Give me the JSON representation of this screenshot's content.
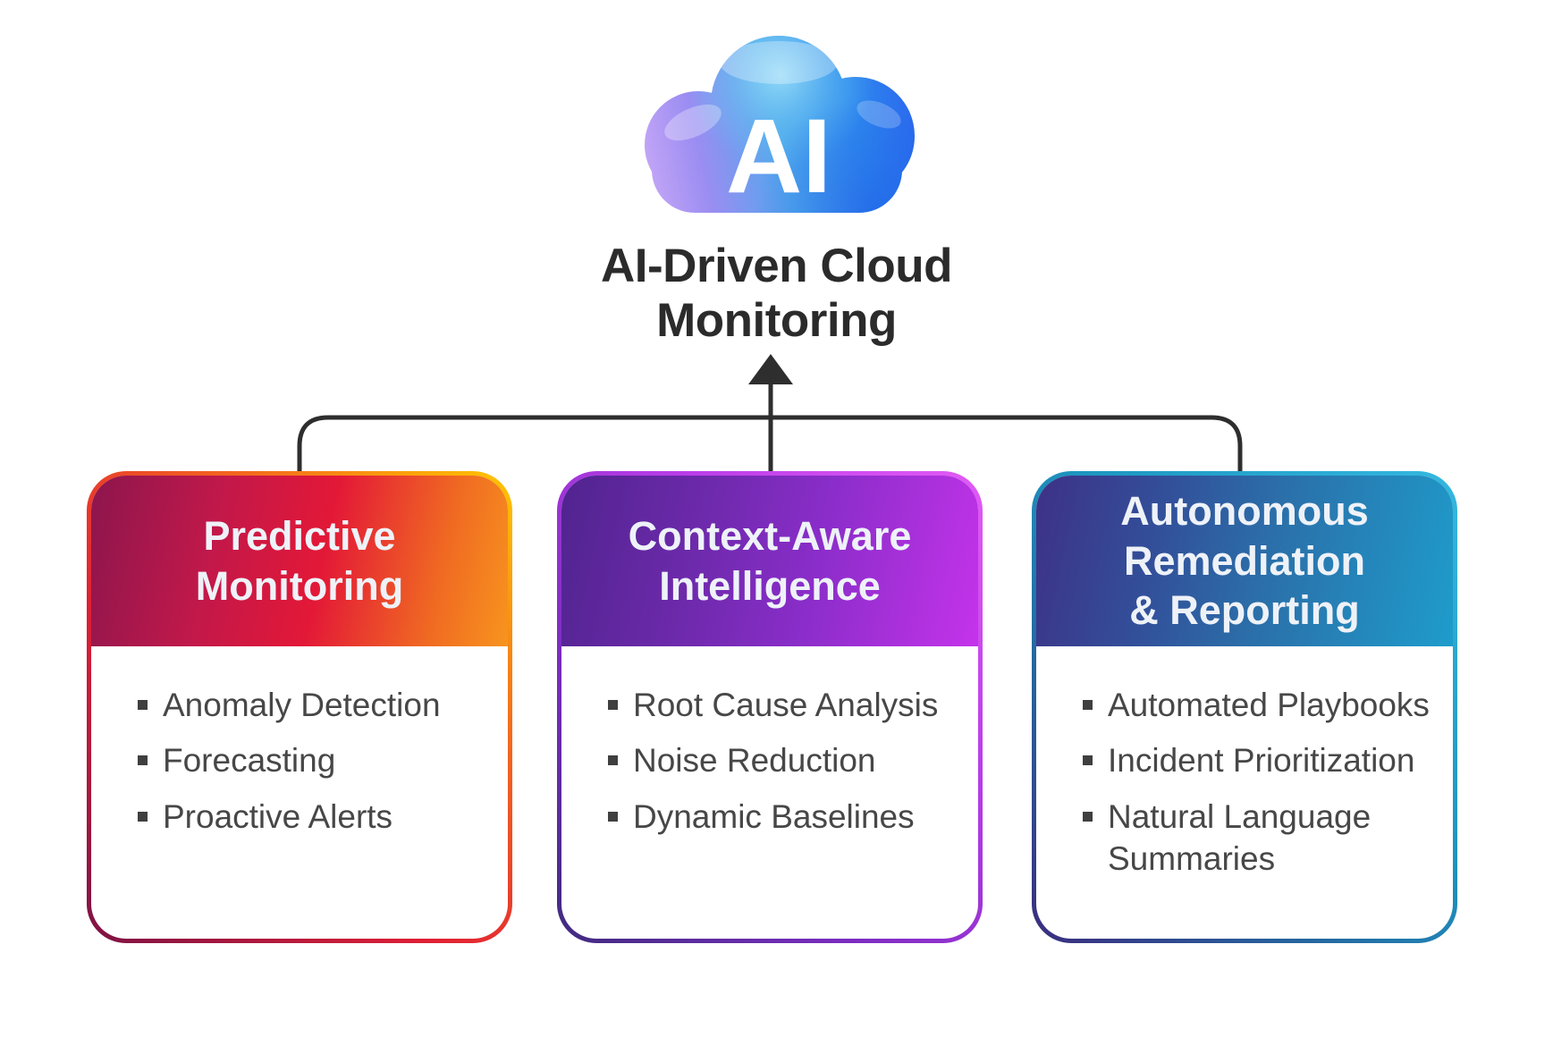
{
  "title": {
    "line1": "AI-Driven Cloud",
    "line2": "Monitoring"
  },
  "cloud": {
    "label": "AI",
    "colors": {
      "left": "#c3a5f7",
      "top": "#4fb3ec",
      "right": "#2b66ee"
    }
  },
  "connector": {
    "color": "#2e2e2e"
  },
  "cards": [
    {
      "title_lines": [
        "Predictive",
        "Monitoring"
      ],
      "items": [
        "Anomaly Detection",
        "Forecasting",
        "Proactive Alerts"
      ],
      "colors": {
        "header_from": "#8c164d",
        "header_mid": "#e31837",
        "header_to": "#f7941e",
        "border_from": "#ffc600",
        "border_to": "#7c1245"
      }
    },
    {
      "title_lines": [
        "Context-Aware",
        "Intelligence"
      ],
      "items": [
        "Root Cause Analysis",
        "Noise Reduction",
        "Dynamic Baselines"
      ],
      "colors": {
        "header_from": "#50248f",
        "header_mid": "#8a2dc9",
        "header_to": "#c433ea",
        "border_from": "#e25bf5",
        "border_to": "#3f2b7e"
      }
    },
    {
      "title_lines": [
        "Autonomous",
        "Remediation",
        "& Reporting"
      ],
      "items": [
        "Automated Playbooks",
        "Incident Prioritization",
        "Natural Language Summaries"
      ],
      "colors": {
        "header_from": "#3e3187",
        "header_mid": "#2b6fa9",
        "header_to": "#1e9ccb",
        "border_from": "#35b8e0",
        "border_to": "#3b2c7e"
      }
    }
  ],
  "text_colors": {
    "main_title": "#2b2b2b",
    "card_title": "#eef2f8",
    "bullet_text": "#474747"
  }
}
